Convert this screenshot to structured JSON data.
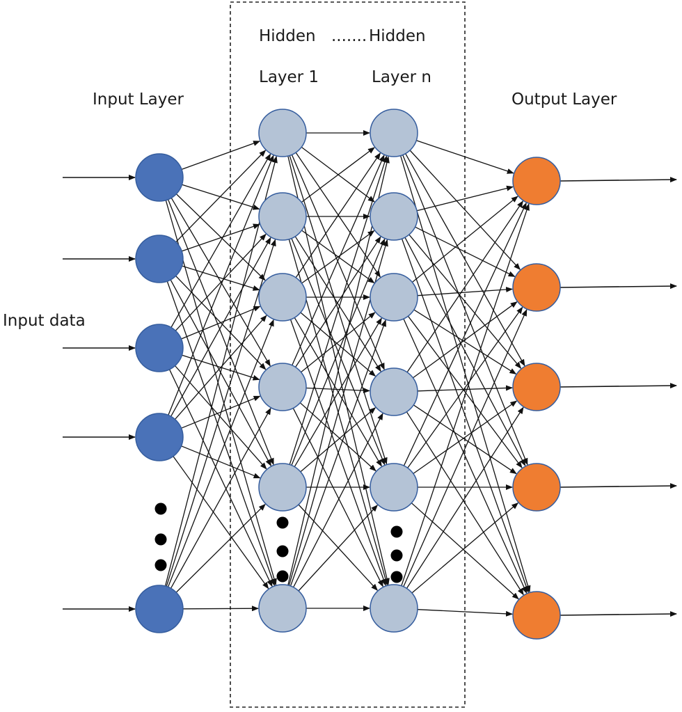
{
  "labels": {
    "input_layer": "Input Layer",
    "hidden_top_left": "Hidden",
    "hidden_dots": ".......",
    "hidden_top_right": "Hidden",
    "hidden_layer_1": "Layer 1",
    "hidden_layer_n": "Layer n",
    "output_layer": "Output Layer",
    "input_data": "Input data"
  },
  "colors": {
    "input_node": "#4a72b8",
    "hidden_node": "#b4c3d6",
    "output_node": "#ef7d31",
    "node_stroke": "#355d9e",
    "edge": "#111111"
  },
  "layers": {
    "input_nodes_shown": 5,
    "hidden_1_nodes_shown": 6,
    "hidden_n_nodes_shown": 6,
    "output_nodes_shown": 5
  }
}
